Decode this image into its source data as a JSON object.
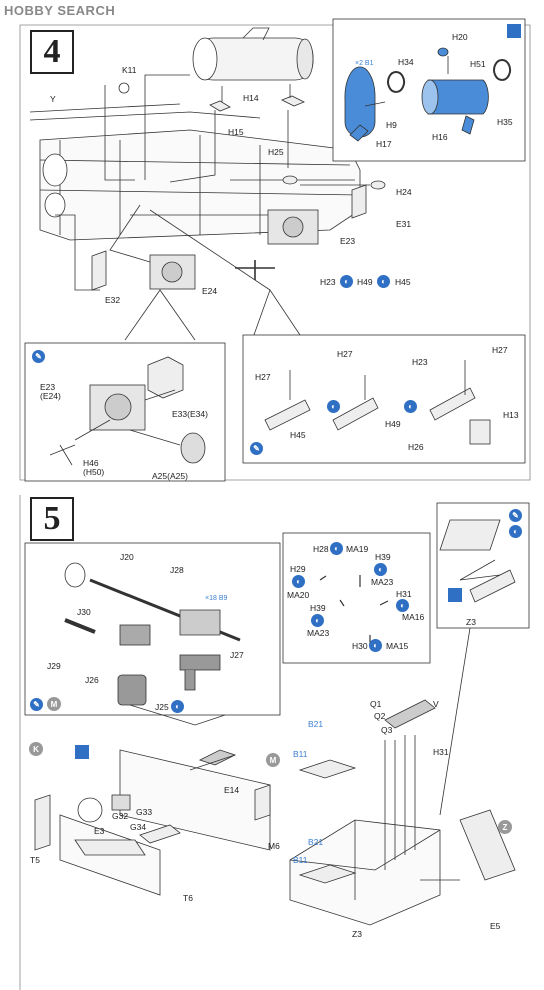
{
  "watermark": "HOBBY SEARCH",
  "steps": {
    "step4": "4",
    "step5": "5"
  },
  "step4": {
    "labels": {
      "K11": "K11",
      "Y": "Y",
      "H15": "H15",
      "H14": "H14",
      "H25": "H25",
      "H24": "H24",
      "E31": "E31",
      "E23": "E23",
      "E24": "E24",
      "E32": "E32",
      "H23": "H23",
      "H49": "H49",
      "H45": "H45",
      "H20": "H20",
      "H34": "H34",
      "H51": "H51",
      "H9": "H9",
      "H17": "H17",
      "H16": "H16",
      "H35": "H35",
      "inset_ref": "×2 B1"
    },
    "inset_left": {
      "E23_E24": "E23\n(E24)",
      "E33": "E33(E34)",
      "H46": "H46\n(H50)",
      "A25": "A25(A25)"
    },
    "inset_right": {
      "H27a": "H27",
      "H27b": "H27",
      "H27c": "H27",
      "H23": "H23",
      "H45": "H45",
      "H49": "H49",
      "H13": "H13",
      "H26": "H26"
    }
  },
  "step5": {
    "gun_inset": {
      "J20": "J20",
      "J28": "J28",
      "J30": "J30",
      "J29": "J29",
      "J26": "J26",
      "J27": "J27",
      "J25": "J25",
      "ref": "×18 B9"
    },
    "small_parts": {
      "H28": "H28",
      "MA19": "MA19",
      "H29": "H29",
      "MA20": "MA20",
      "H39a": "H39",
      "MA23a": "MA23",
      "H39b": "H39",
      "MA23b": "MA23",
      "H31": "H31",
      "MA16": "MA16",
      "H30": "H30",
      "MA15": "MA15"
    },
    "right_inset": {
      "Z3": "Z3"
    },
    "bottom": {
      "K": "K",
      "T5": "T5",
      "E3": "E3",
      "G32": "G32",
      "G33": "G33",
      "G34": "G34",
      "E14": "E14",
      "M6": "M6",
      "T6": "T6",
      "M": "M",
      "B21a": "B21",
      "B11a": "B11",
      "B21b": "B21",
      "B11b": "B11",
      "Q1": "Q1",
      "Q2": "Q2",
      "Q3": "Q3",
      "V": "V",
      "H31": "H31",
      "Z3": "Z3",
      "Z": "Z",
      "E5": "E5"
    },
    "gun_inset_markers": {
      "M": "M"
    }
  }
}
